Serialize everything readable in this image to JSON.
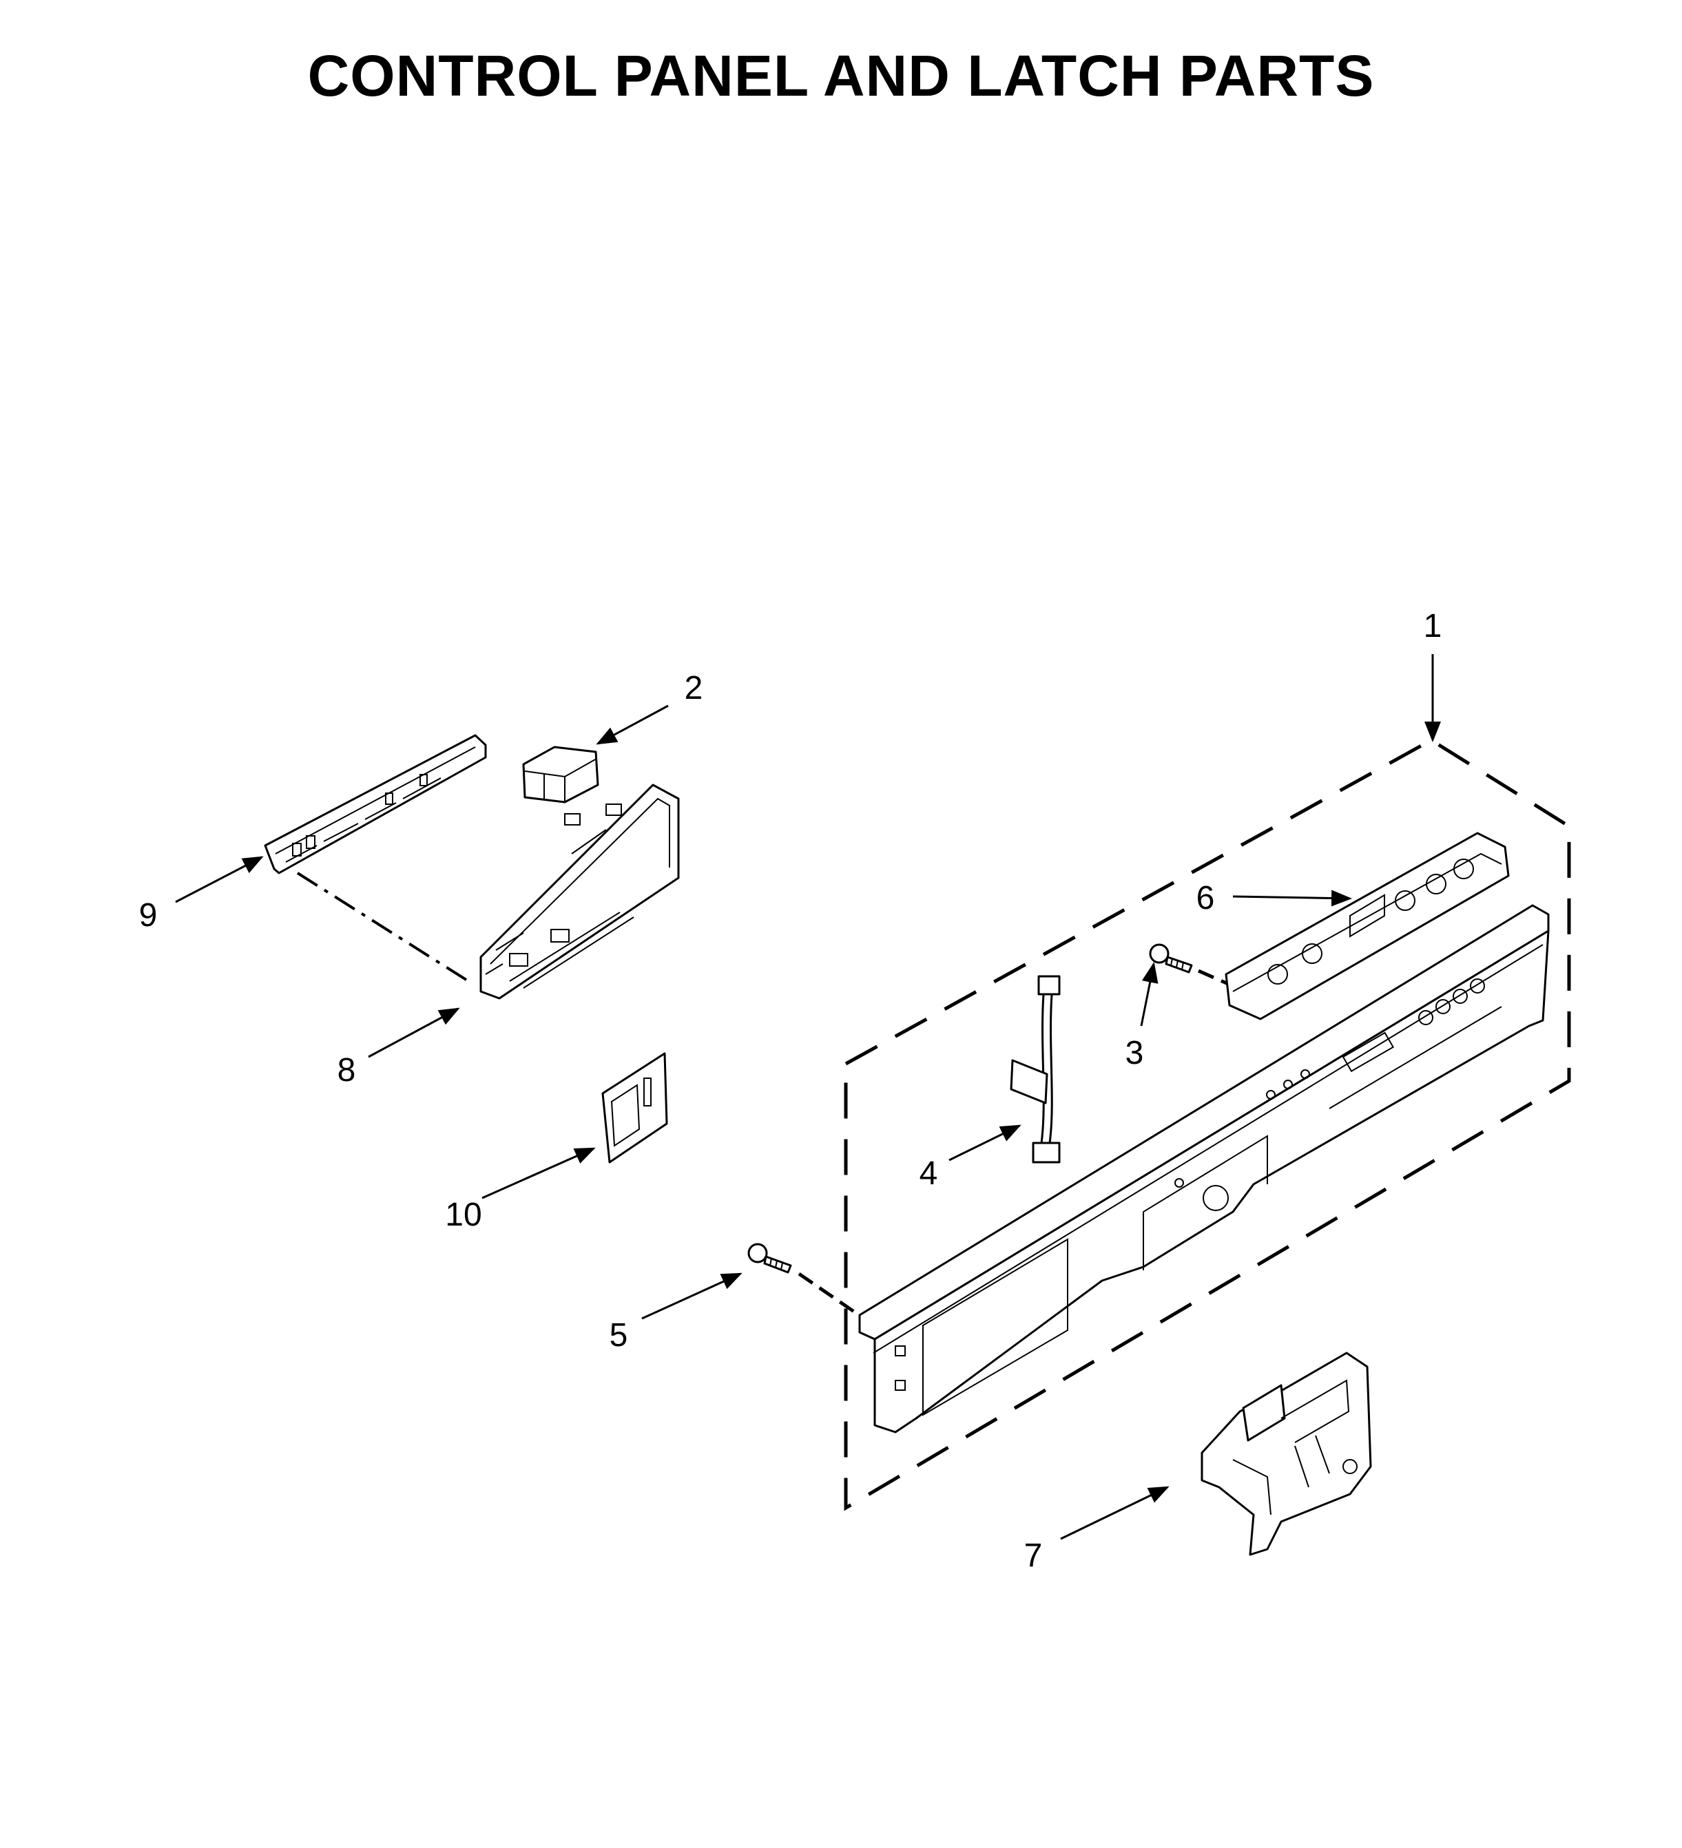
{
  "title": "CONTROL PANEL AND LATCH PARTS",
  "callouts": [
    "1",
    "2",
    "3",
    "4",
    "5",
    "6",
    "7",
    "8",
    "9",
    "10"
  ]
}
